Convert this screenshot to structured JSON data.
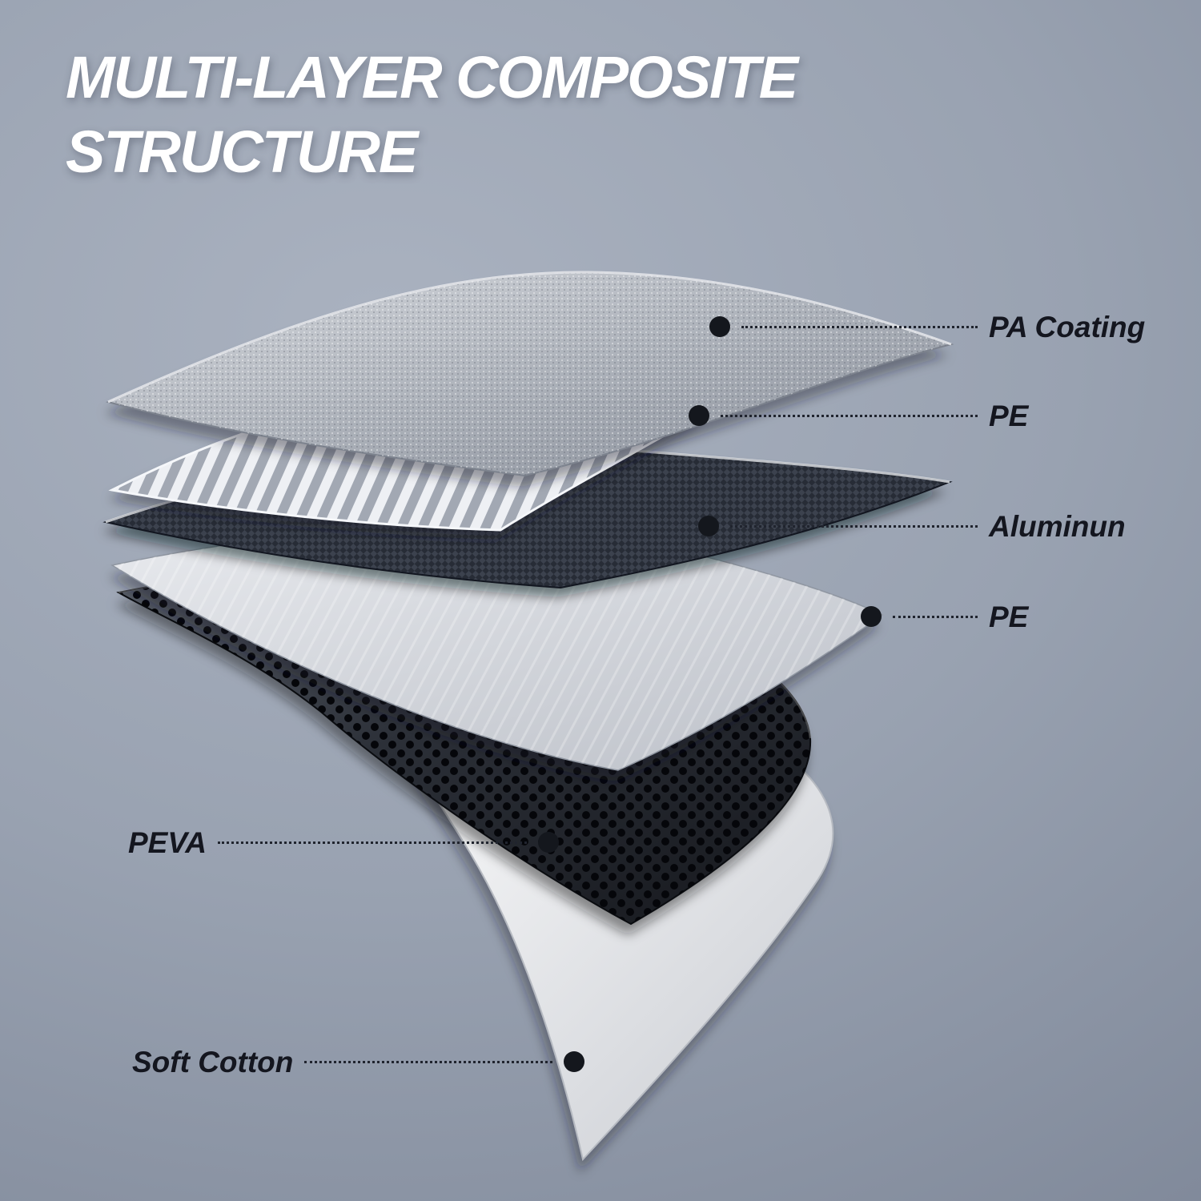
{
  "title": {
    "line1": "MULTI-LAYER COMPOSITE",
    "line2": "STRUCTURE"
  },
  "labels": {
    "pa_coating": "PA Coating",
    "pe_top": "PE",
    "aluminum": "Aluminun",
    "pe_bottom": "PE",
    "peva": "PEVA",
    "soft_cotton": "Soft Cotton"
  },
  "layers_top_to_bottom": [
    "PA Coating",
    "PE",
    "Aluminun",
    "PE",
    "PEVA",
    "Soft Cotton"
  ],
  "colors": {
    "bg_inner": "#aab2c0",
    "bg_mid": "#99a2b1",
    "bg_outer": "#7e8798",
    "title_color": "#ffffff",
    "label_color": "#14161f",
    "dot_color": "#14171d",
    "line_color": "#20242e"
  }
}
